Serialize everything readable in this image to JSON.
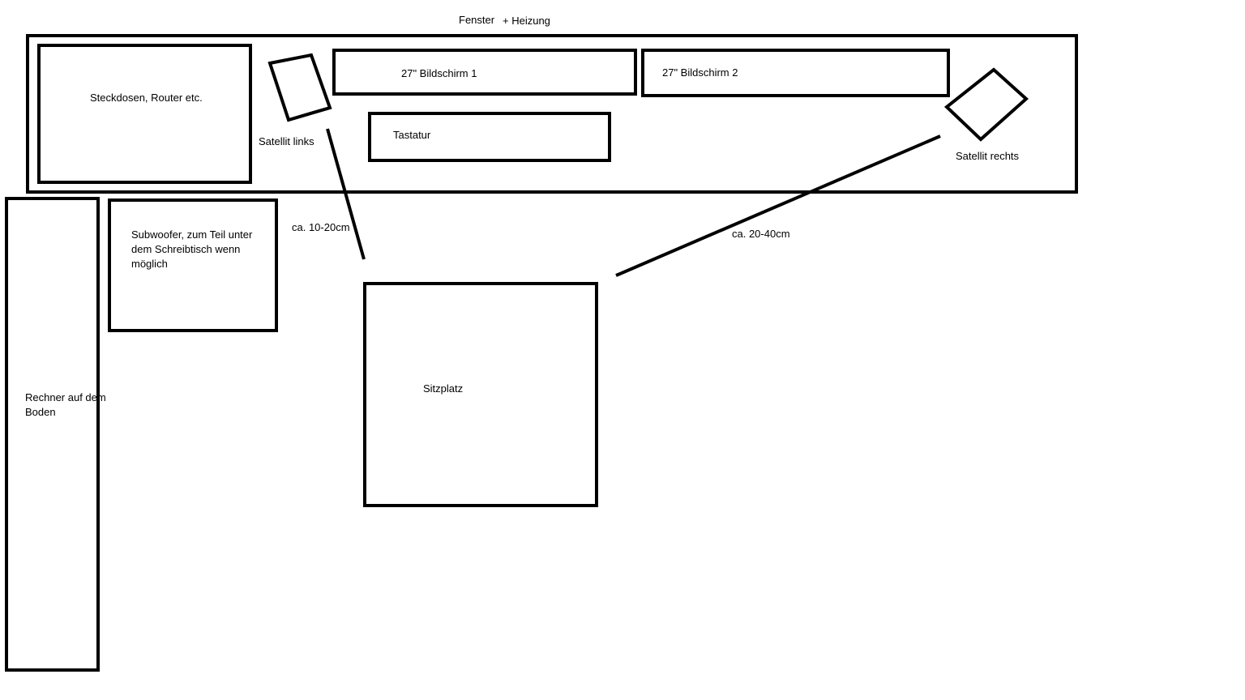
{
  "labels": {
    "window": "Fenster",
    "heater": "+ Heizung",
    "sockets": "Steckdosen, Router etc.",
    "monitor1": "27\" Bildschirm 1",
    "monitor2": "27\" Bildschirm 2",
    "keyboard": "Tastatur",
    "satellite_left": "Satellit links",
    "satellite_right": "Satellit rechts",
    "subwoofer": "Subwoofer, zum Teil unter dem Schreibtisch wenn möglich",
    "computer": "Rechner auf dem Boden",
    "seat": "Sitzplatz",
    "distance_left": "ca. 10-20cm",
    "distance_right": "ca. 20-40cm"
  },
  "colors": {
    "stroke": "#000000",
    "background": "#ffffff"
  }
}
